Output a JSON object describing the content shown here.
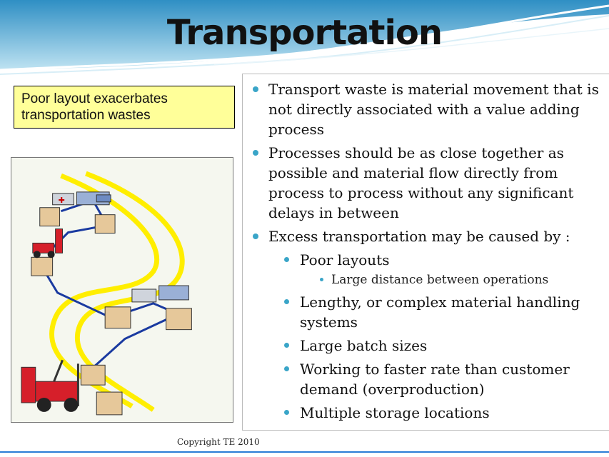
{
  "slide": {
    "title": "Transportation",
    "callout": "Poor layout exacerbates transportation wastes",
    "copyright": "Copyright TE 2010"
  },
  "bullets": {
    "b1": "Transport waste is material movement that is not directly associated with a value adding process",
    "b2": "Processes should be as close together as possible and material flow directly from process to process without any significant delays in between",
    "b3": "Excess transportation may be caused by :",
    "b3_sub": {
      "poor_layouts": "Poor layouts",
      "poor_layouts_detail": "Large distance between operations",
      "handling": "Lengthy, or complex material handling systems",
      "batch": "Large batch sizes",
      "rate": "Working to faster rate than customer demand (overproduction)",
      "storage": "Multiple storage locations"
    }
  },
  "colors": {
    "header_blue": "#3aa5c8",
    "callout_bg": "#ffff99",
    "route_yellow": "#ffee00",
    "route_blue": "#1a3aa0",
    "forklift_red": "#d61f2a"
  }
}
